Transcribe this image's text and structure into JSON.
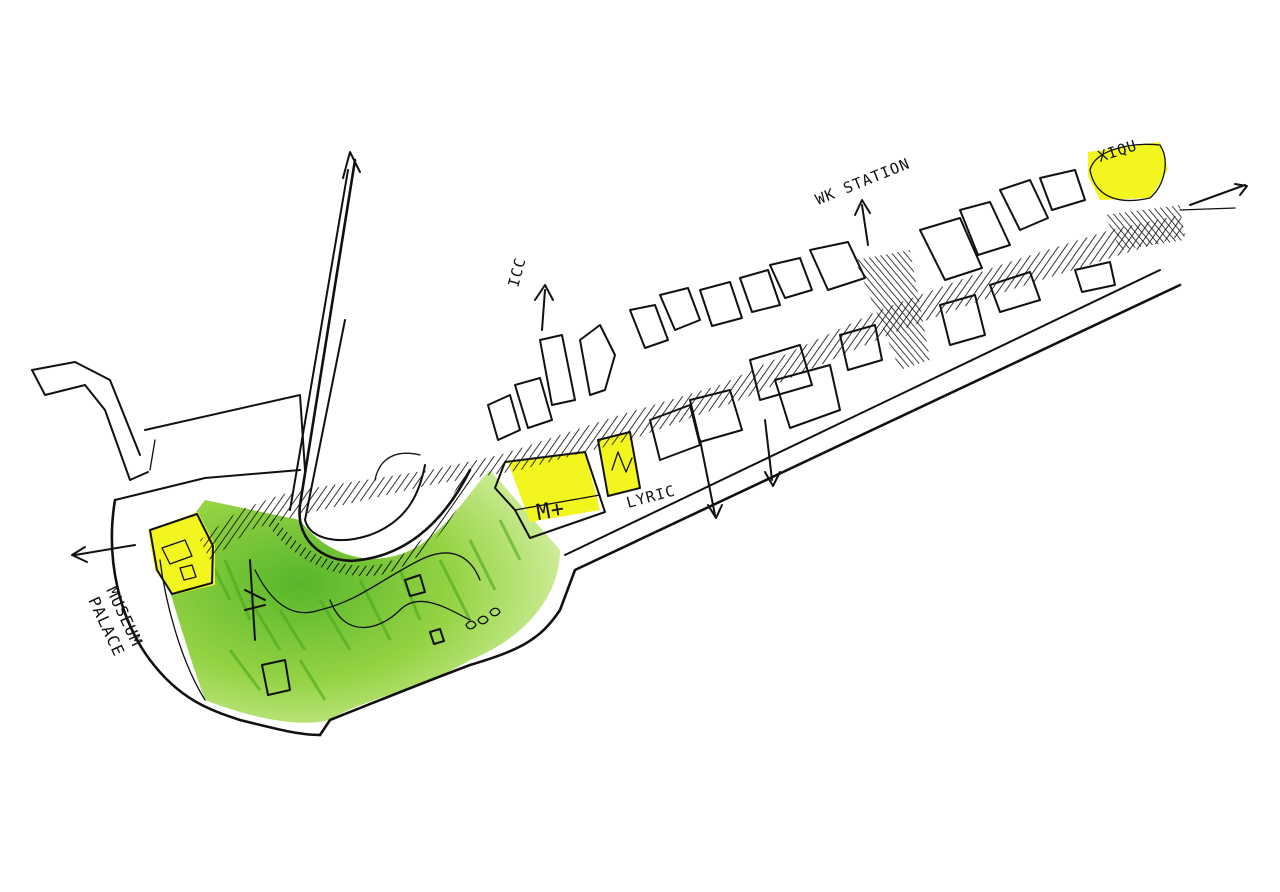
{
  "labels": {
    "palace_museum_line1": "PALACE",
    "palace_museum_line2": "MUSEUM",
    "m_plus": "M+",
    "lyric": "LYRIC",
    "icc": "ICC",
    "wk_station": "WK STATION",
    "xiqu": "XIQU"
  },
  "colors": {
    "park_green": "#8fd13a",
    "park_green_dark": "#5cb82a",
    "building_yellow": "#f2f51e",
    "ink": "#111111"
  }
}
